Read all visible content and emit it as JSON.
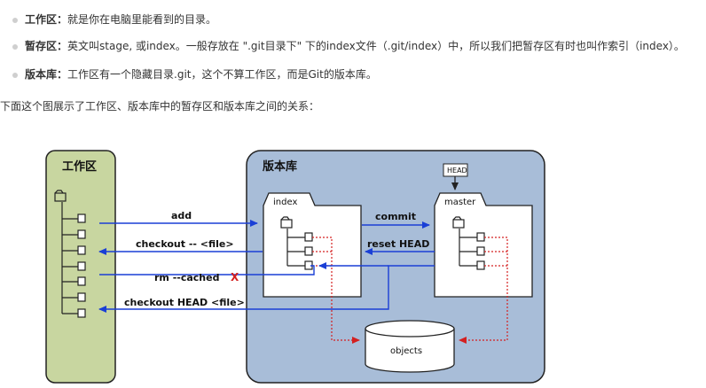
{
  "bullets": [
    {
      "term": "工作区：",
      "text": "就是你在电脑里能看到的目录。"
    },
    {
      "term": "暂存区：",
      "text": "英文叫stage, 或index。一般存放在 \".git目录下\" 下的index文件（.git/index）中，所以我们把暂存区有时也叫作索引（index）。"
    },
    {
      "term": "版本库：",
      "text": "工作区有一个隐藏目录.git，这个不算工作区，而是Git的版本库。"
    }
  ],
  "intro": "下面这个图展示了工作区、版本库中的暂存区和版本库之间的关系：",
  "diagram": {
    "workspace_label": "工作区",
    "repo_label": "版本库",
    "index_label": "index",
    "master_label": "master",
    "head_label": "HEAD",
    "objects_label": "objects",
    "arrows": {
      "add": "add",
      "checkout": "checkout -- <file>",
      "rm": "rm --cached",
      "rm_x": "X",
      "checkout_head": "checkout HEAD <file>",
      "commit": "commit",
      "reset": "reset HEAD"
    },
    "colors": {
      "workspace_fill": "#c8d6a0",
      "repo_fill": "#a8bdd8",
      "arrow_blue": "#1a3fd6",
      "dotted_red": "#d42020"
    }
  }
}
